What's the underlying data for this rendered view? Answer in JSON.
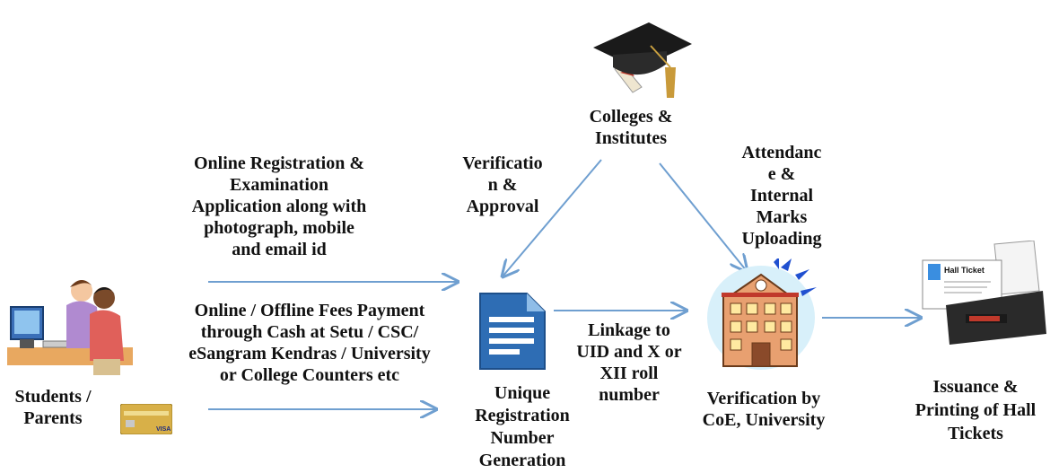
{
  "nodes": {
    "students": [
      "Students /",
      "Parents"
    ],
    "colleges": [
      "Colleges &",
      "Institutes"
    ],
    "unique_reg": [
      "Unique",
      "Registration",
      "Number",
      "Generation"
    ],
    "verification_coe": [
      "Verification by",
      "CoE, University"
    ],
    "hall_tickets": [
      "Issuance &",
      "Printing of Hall",
      "Tickets"
    ]
  },
  "edges": {
    "online_registration": [
      "Online Registration &",
      "Examination",
      "Application  along with",
      "photograph, mobile",
      "and email id"
    ],
    "fees_payment": [
      "Online / Offline Fees Payment",
      "through Cash at Setu / CSC/",
      "eSangram Kendras / University",
      "or College Counters etc"
    ],
    "verification_approval": [
      "Verificatio",
      "n &",
      "Approval"
    ],
    "attendance": [
      "Attendanc",
      "e &",
      "Internal",
      "Marks",
      "Uploading"
    ],
    "linkage": [
      "Linkage to",
      "UID and X or",
      "XII roll",
      "number"
    ]
  },
  "printer_sheet_text": "Hall Ticket",
  "card_text": "VISA",
  "colors": {
    "arrow": "#6f9fd0",
    "document_icon": "#2e6db4",
    "building": "#e8a070",
    "cap": "#1a1a1a"
  }
}
